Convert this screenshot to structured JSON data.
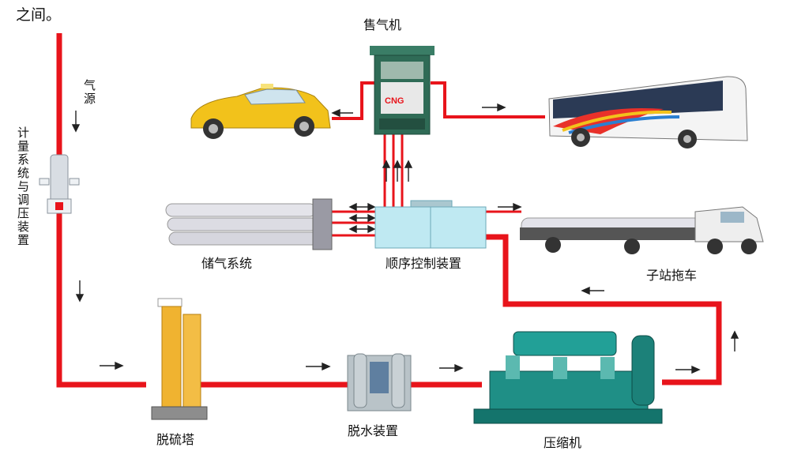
{
  "header_text": "之间。",
  "labels": {
    "dispenser": "售气机",
    "gas_source": "气源",
    "metering": "计量系统与调压装置",
    "storage": "储气系统",
    "sequence_control": "顺序控制装置",
    "substation_trailer": "子站拖车",
    "desulfurization": "脱硫塔",
    "dehydration": "脱水装置",
    "compressor": "压缩机",
    "cng_sign": "CNG"
  },
  "colors": {
    "pipe": "#e8141b",
    "arrow": "#222222",
    "cabinet": "#2f6b56",
    "control_box": "#bfe9f2",
    "taxi": "#f2c21b",
    "bus_body": "#f4f4f4",
    "tower": "#f0b330",
    "dryer": "#b9c3c8",
    "compressor": "#1f8f86",
    "tube": "#d9d9e0"
  }
}
